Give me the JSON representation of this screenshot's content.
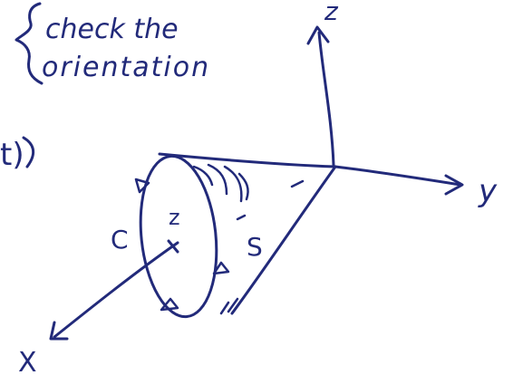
{
  "colors": {
    "ink": "#222a7a",
    "background": "#ffffff"
  },
  "note": {
    "line1": "check the",
    "line2": "orientation"
  },
  "part_label": "t)",
  "axes": {
    "z": "z",
    "y": "y",
    "x": "X"
  },
  "labels": {
    "curve": "C",
    "surface": "S",
    "normal": "z"
  }
}
